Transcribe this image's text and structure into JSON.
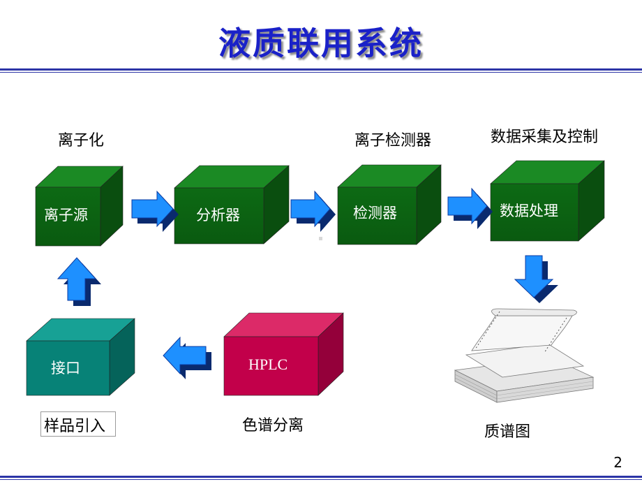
{
  "title": "液质联用系统",
  "labels": {
    "ionization": "离子化",
    "ion_detector": "离子检测器",
    "data_acquisition": "数据采集及控制",
    "sample_intro": "样品引入",
    "chromatography": "色谱分离",
    "mass_spectrum": "质谱图"
  },
  "boxes": {
    "ion_source": "离子源",
    "analyzer": "分析器",
    "detector": "检测器",
    "data_processing": "数据处理",
    "interface": "接口",
    "hplc": "HPLC"
  },
  "colors": {
    "title": "#1a21c8",
    "green_front": "#0d6a14",
    "teal_front": "#078277",
    "red_front": "#c2004a",
    "arrow_blue": "#1e90ff"
  },
  "page_number": "2"
}
